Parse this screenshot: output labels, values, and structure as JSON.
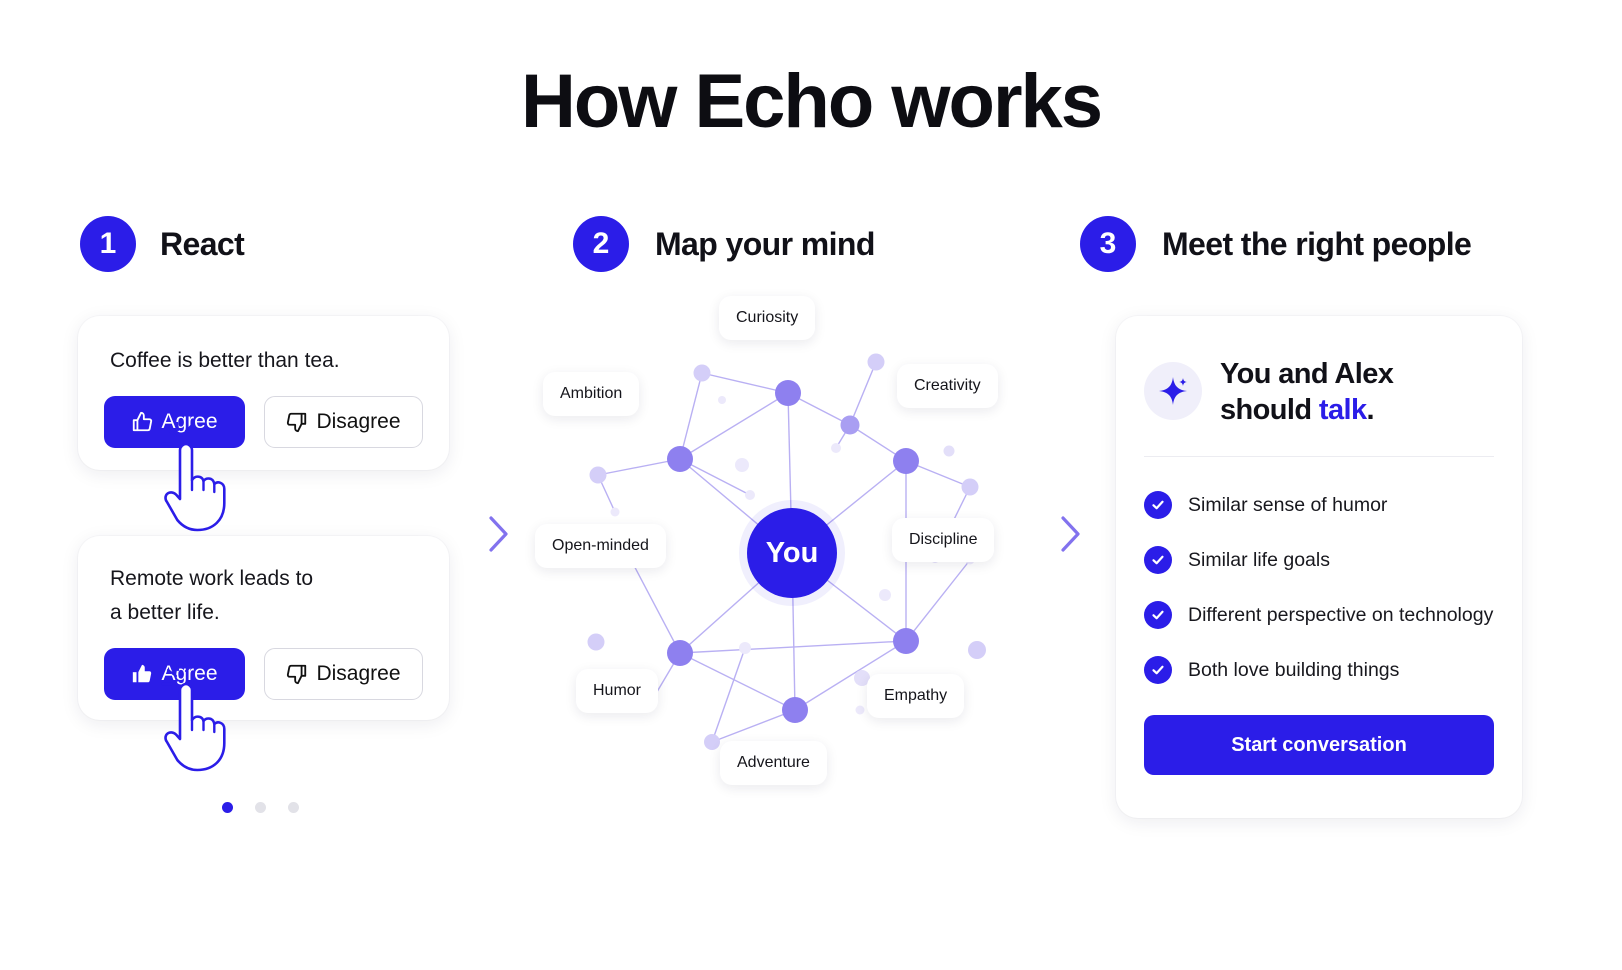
{
  "title": "How Echo works",
  "steps": [
    {
      "number": "1",
      "label": "React"
    },
    {
      "number": "2",
      "label": "Map your mind"
    },
    {
      "number": "3",
      "label": "Meet the right people"
    }
  ],
  "react_cards": [
    {
      "statement": "Coffee is better than tea.",
      "agree_label": "Agree",
      "disagree_label": "Disagree"
    },
    {
      "statement_line1": "Remote work leads to",
      "statement_line2": "a better life.",
      "agree_label": "Agree",
      "disagree_label": "Disagree"
    }
  ],
  "carousel": {
    "pages": 3,
    "active_index": 0
  },
  "mind_map": {
    "center": "You",
    "traits": [
      "Curiosity",
      "Creativity",
      "Discipline",
      "Empathy",
      "Adventure",
      "Humor",
      "Open-minded",
      "Ambition"
    ]
  },
  "match": {
    "title_line1": "You and Alex",
    "title_line2_prefix": "should ",
    "title_line2_accent": "talk",
    "title_line2_suffix": ".",
    "reasons": [
      "Similar sense of humor",
      "Similar life goals",
      "Different perspective on technology",
      "Both love building things"
    ],
    "cta": "Start conversation"
  },
  "colors": {
    "accent": "#2b1de8",
    "node": "#8e80ef",
    "node_light": "#cfc8f7",
    "edge": "#b9b0f3"
  },
  "icons": {
    "thumbs_up": "thumbs-up-icon",
    "thumbs_down": "thumbs-down-icon",
    "pointer": "pointer-hand-icon",
    "arrow": "chevron-right-icon",
    "sparkle": "sparkle-icon",
    "check": "check-icon"
  }
}
